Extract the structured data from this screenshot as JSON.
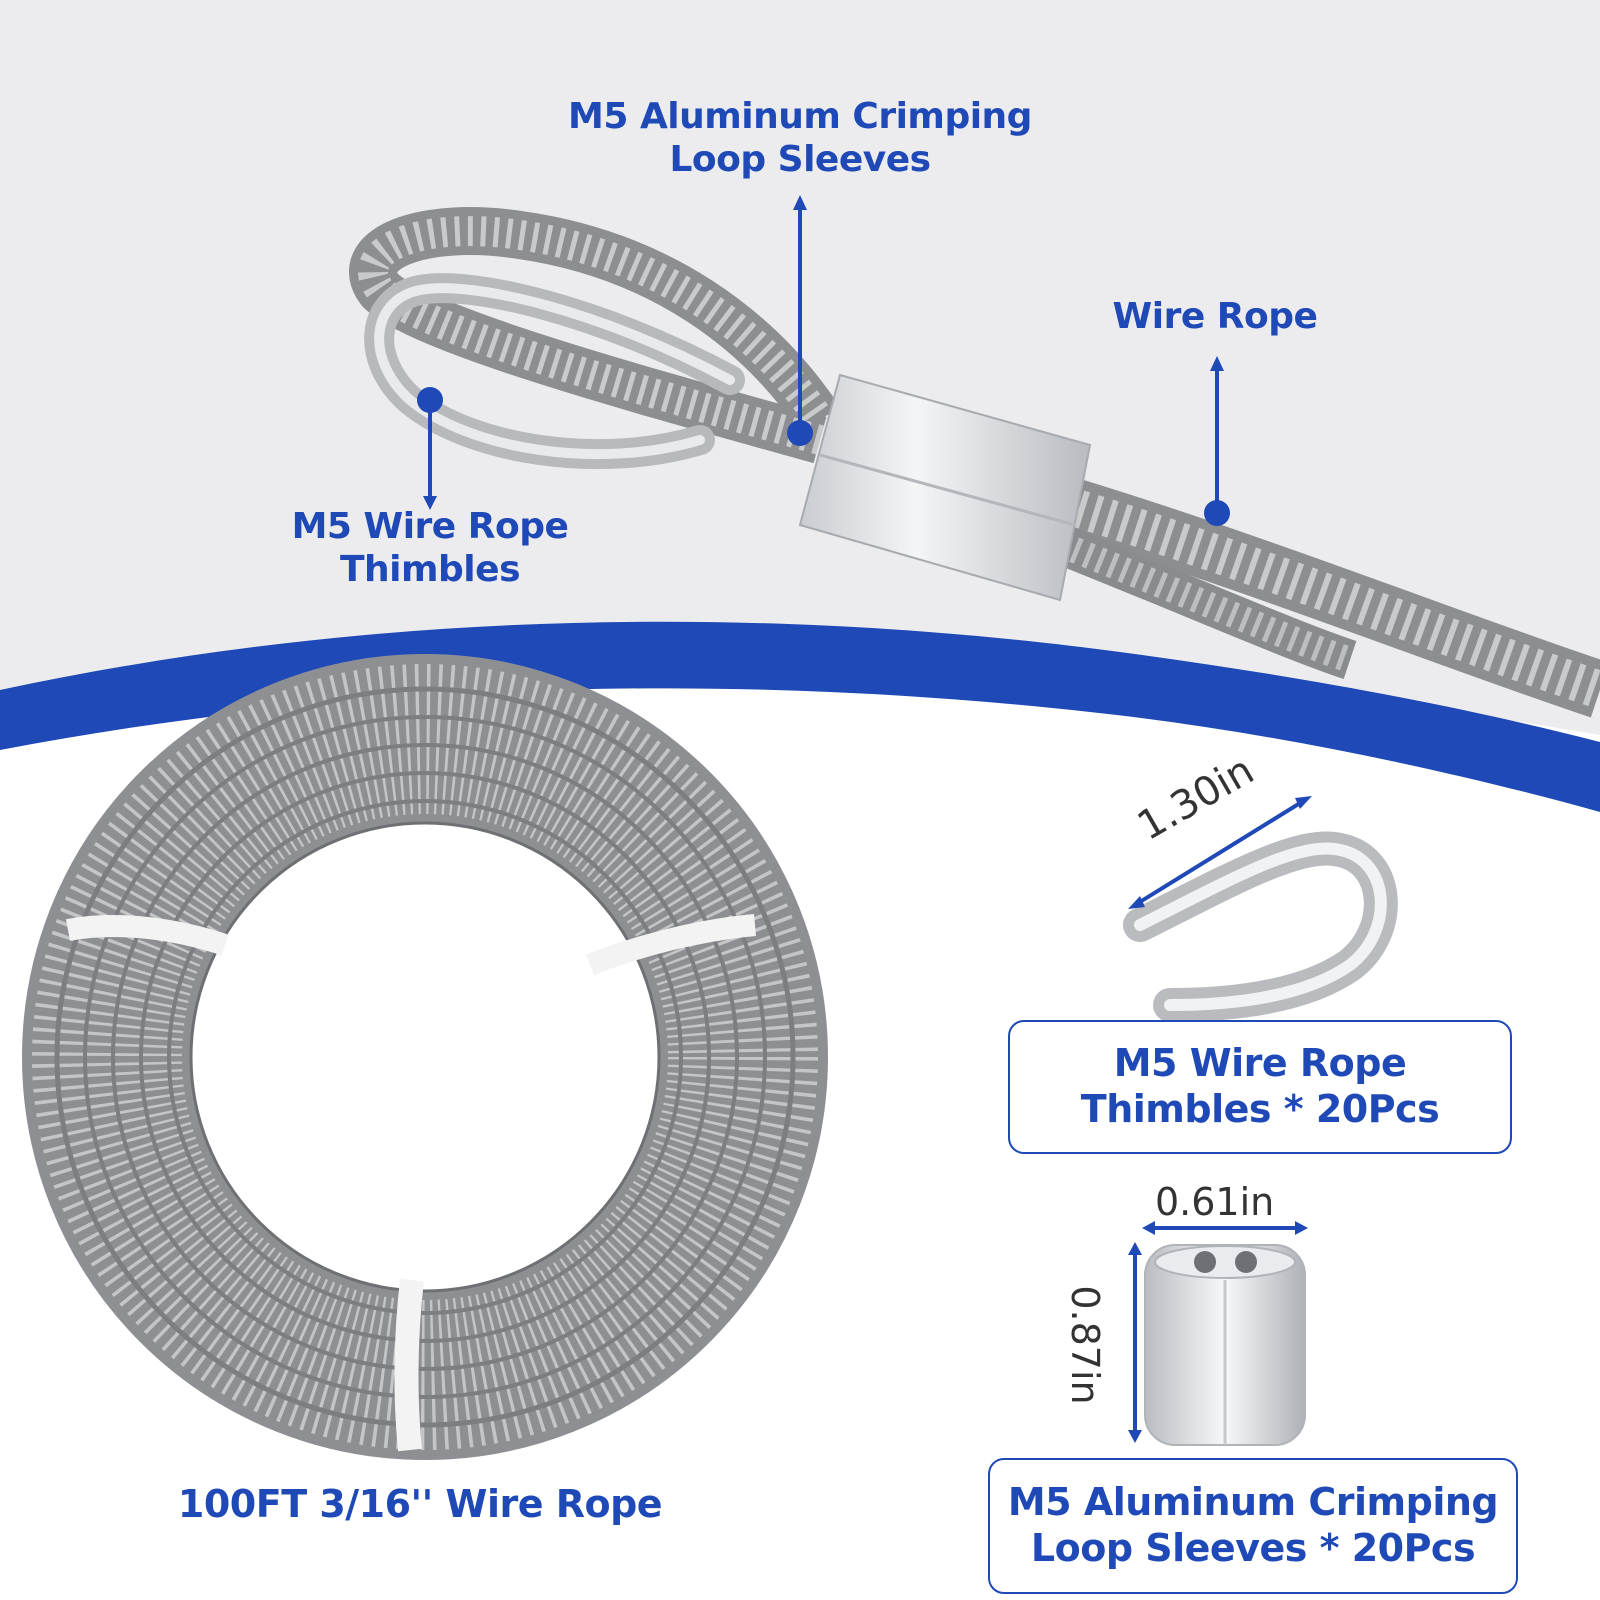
{
  "callouts": {
    "sleeves": {
      "line1": "M5 Aluminum Crimping",
      "line2": "Loop Sleeves"
    },
    "wire_rope": {
      "label": "Wire Rope"
    },
    "thimbles": {
      "line1": "M5 Wire Rope",
      "line2": "Thimbles"
    }
  },
  "coil": {
    "caption": "100FT 3/16'' Wire Rope"
  },
  "thimble_item": {
    "dimension": "1.30in",
    "box_line1": "M5 Wire Rope",
    "box_line2": "Thimbles * 20Pcs"
  },
  "sleeve_item": {
    "width_dimension": "0.61in",
    "height_dimension": "0.87in",
    "box_line1": "M5 Aluminum Crimping",
    "box_line2": "Loop Sleeves * 20Pcs"
  },
  "colors": {
    "accent": "#1f49b6",
    "background_top": "#ececef",
    "metal": "#9a9a9c"
  }
}
